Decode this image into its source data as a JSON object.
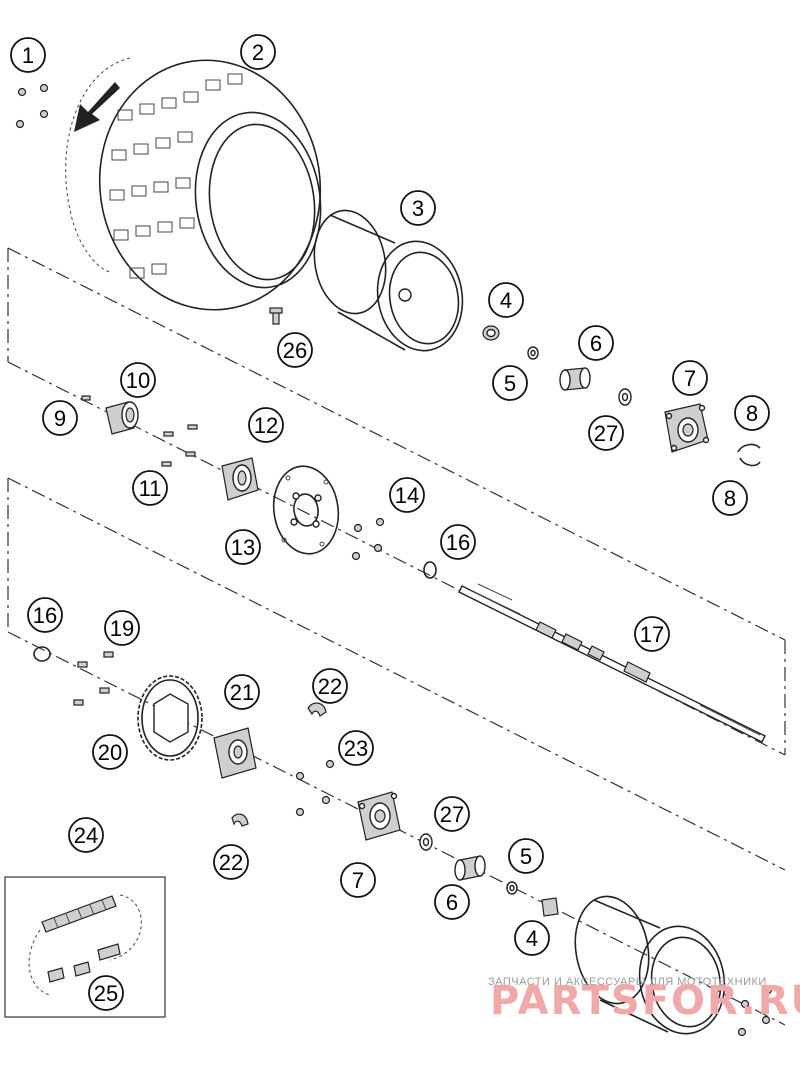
{
  "diagram": {
    "callouts": [
      {
        "id": "c1",
        "label": "1"
      },
      {
        "id": "c2",
        "label": "2"
      },
      {
        "id": "c3",
        "label": "3"
      },
      {
        "id": "c4a",
        "label": "4"
      },
      {
        "id": "c5a",
        "label": "5"
      },
      {
        "id": "c6a",
        "label": "6"
      },
      {
        "id": "c7a",
        "label": "7"
      },
      {
        "id": "c8a",
        "label": "8"
      },
      {
        "id": "c8b",
        "label": "8"
      },
      {
        "id": "c9",
        "label": "9"
      },
      {
        "id": "c10",
        "label": "10"
      },
      {
        "id": "c11",
        "label": "11"
      },
      {
        "id": "c12",
        "label": "12"
      },
      {
        "id": "c13",
        "label": "13"
      },
      {
        "id": "c14",
        "label": "14"
      },
      {
        "id": "c16a",
        "label": "16"
      },
      {
        "id": "c16b",
        "label": "16"
      },
      {
        "id": "c17",
        "label": "17"
      },
      {
        "id": "c19",
        "label": "19"
      },
      {
        "id": "c20",
        "label": "20"
      },
      {
        "id": "c21",
        "label": "21"
      },
      {
        "id": "c22a",
        "label": "22"
      },
      {
        "id": "c22b",
        "label": "22"
      },
      {
        "id": "c23",
        "label": "23"
      },
      {
        "id": "c24",
        "label": "24"
      },
      {
        "id": "c25",
        "label": "25"
      },
      {
        "id": "c26",
        "label": "26"
      },
      {
        "id": "c27a",
        "label": "27"
      },
      {
        "id": "c27b",
        "label": "27"
      },
      {
        "id": "c4b",
        "label": "4"
      },
      {
        "id": "c5b",
        "label": "5"
      },
      {
        "id": "c6b",
        "label": "6"
      },
      {
        "id": "c7b",
        "label": "7"
      }
    ]
  },
  "watermark": {
    "tagline": "ЗАПЧАСТИ И АКСЕССУАРЫ ДЛЯ МОТОТЕХНИКИ",
    "brand": "PARTSFOR.RU"
  }
}
